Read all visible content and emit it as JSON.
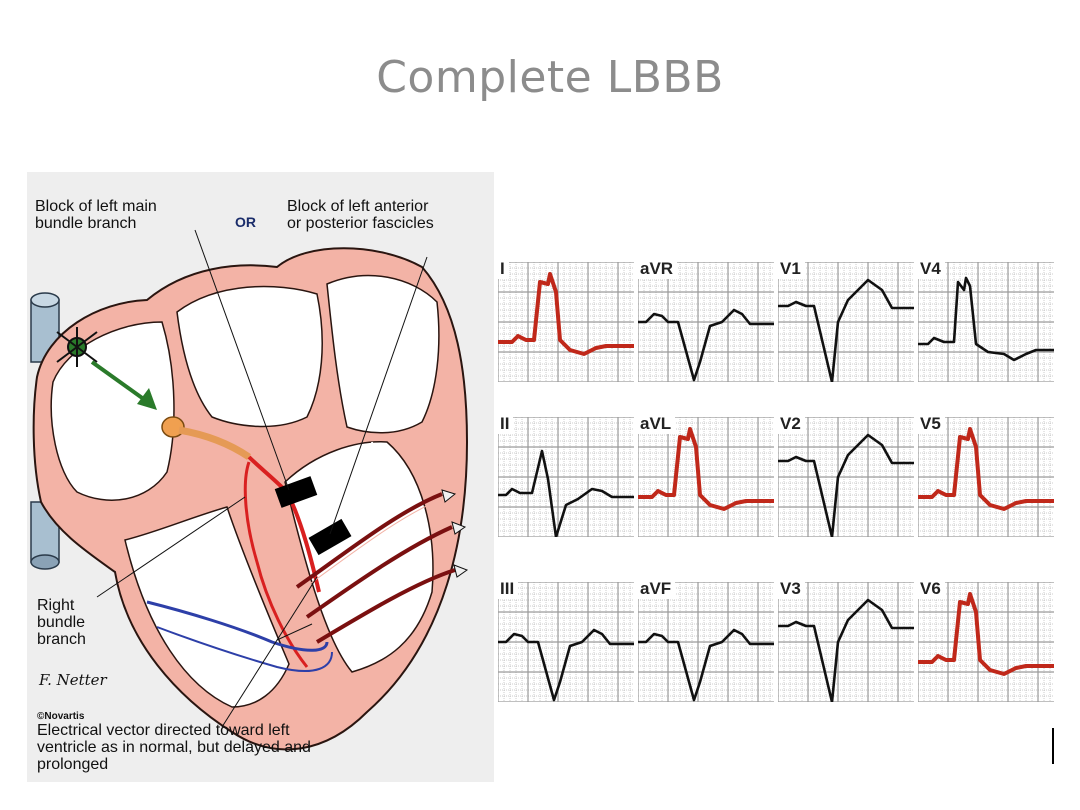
{
  "title": "Complete LBBB",
  "heart": {
    "label_left_block": "Block of left main\nbundle branch",
    "label_or": "OR",
    "label_fascicles": "Block of left anterior\nor posterior fascicles",
    "label_right_bundle": "Right\nbundle\nbranch",
    "label_signature": "F. Netter",
    "label_copyright": "©Novartis",
    "label_vector": "Electrical vector directed toward left\nventricle as in normal, but delayed and\nprolonged"
  },
  "ecg": {
    "leads": [
      {
        "name": "I",
        "abnormal": true,
        "shape": "up"
      },
      {
        "name": "aVR",
        "abnormal": false,
        "shape": "down"
      },
      {
        "name": "V1",
        "abnormal": false,
        "shape": "deep"
      },
      {
        "name": "V4",
        "abnormal": false,
        "shape": "upblack"
      },
      {
        "name": "II",
        "abnormal": false,
        "shape": "biphasic"
      },
      {
        "name": "aVL",
        "abnormal": true,
        "shape": "up"
      },
      {
        "name": "V2",
        "abnormal": false,
        "shape": "deep"
      },
      {
        "name": "V5",
        "abnormal": true,
        "shape": "up"
      },
      {
        "name": "III",
        "abnormal": false,
        "shape": "down"
      },
      {
        "name": "aVF",
        "abnormal": false,
        "shape": "down"
      },
      {
        "name": "V3",
        "abnormal": false,
        "shape": "deep"
      },
      {
        "name": "V6",
        "abnormal": true,
        "shape": "up"
      }
    ],
    "colors": {
      "abnormal": "#c0281a",
      "normal": "#111111",
      "grid": "#9a9a9a"
    }
  }
}
